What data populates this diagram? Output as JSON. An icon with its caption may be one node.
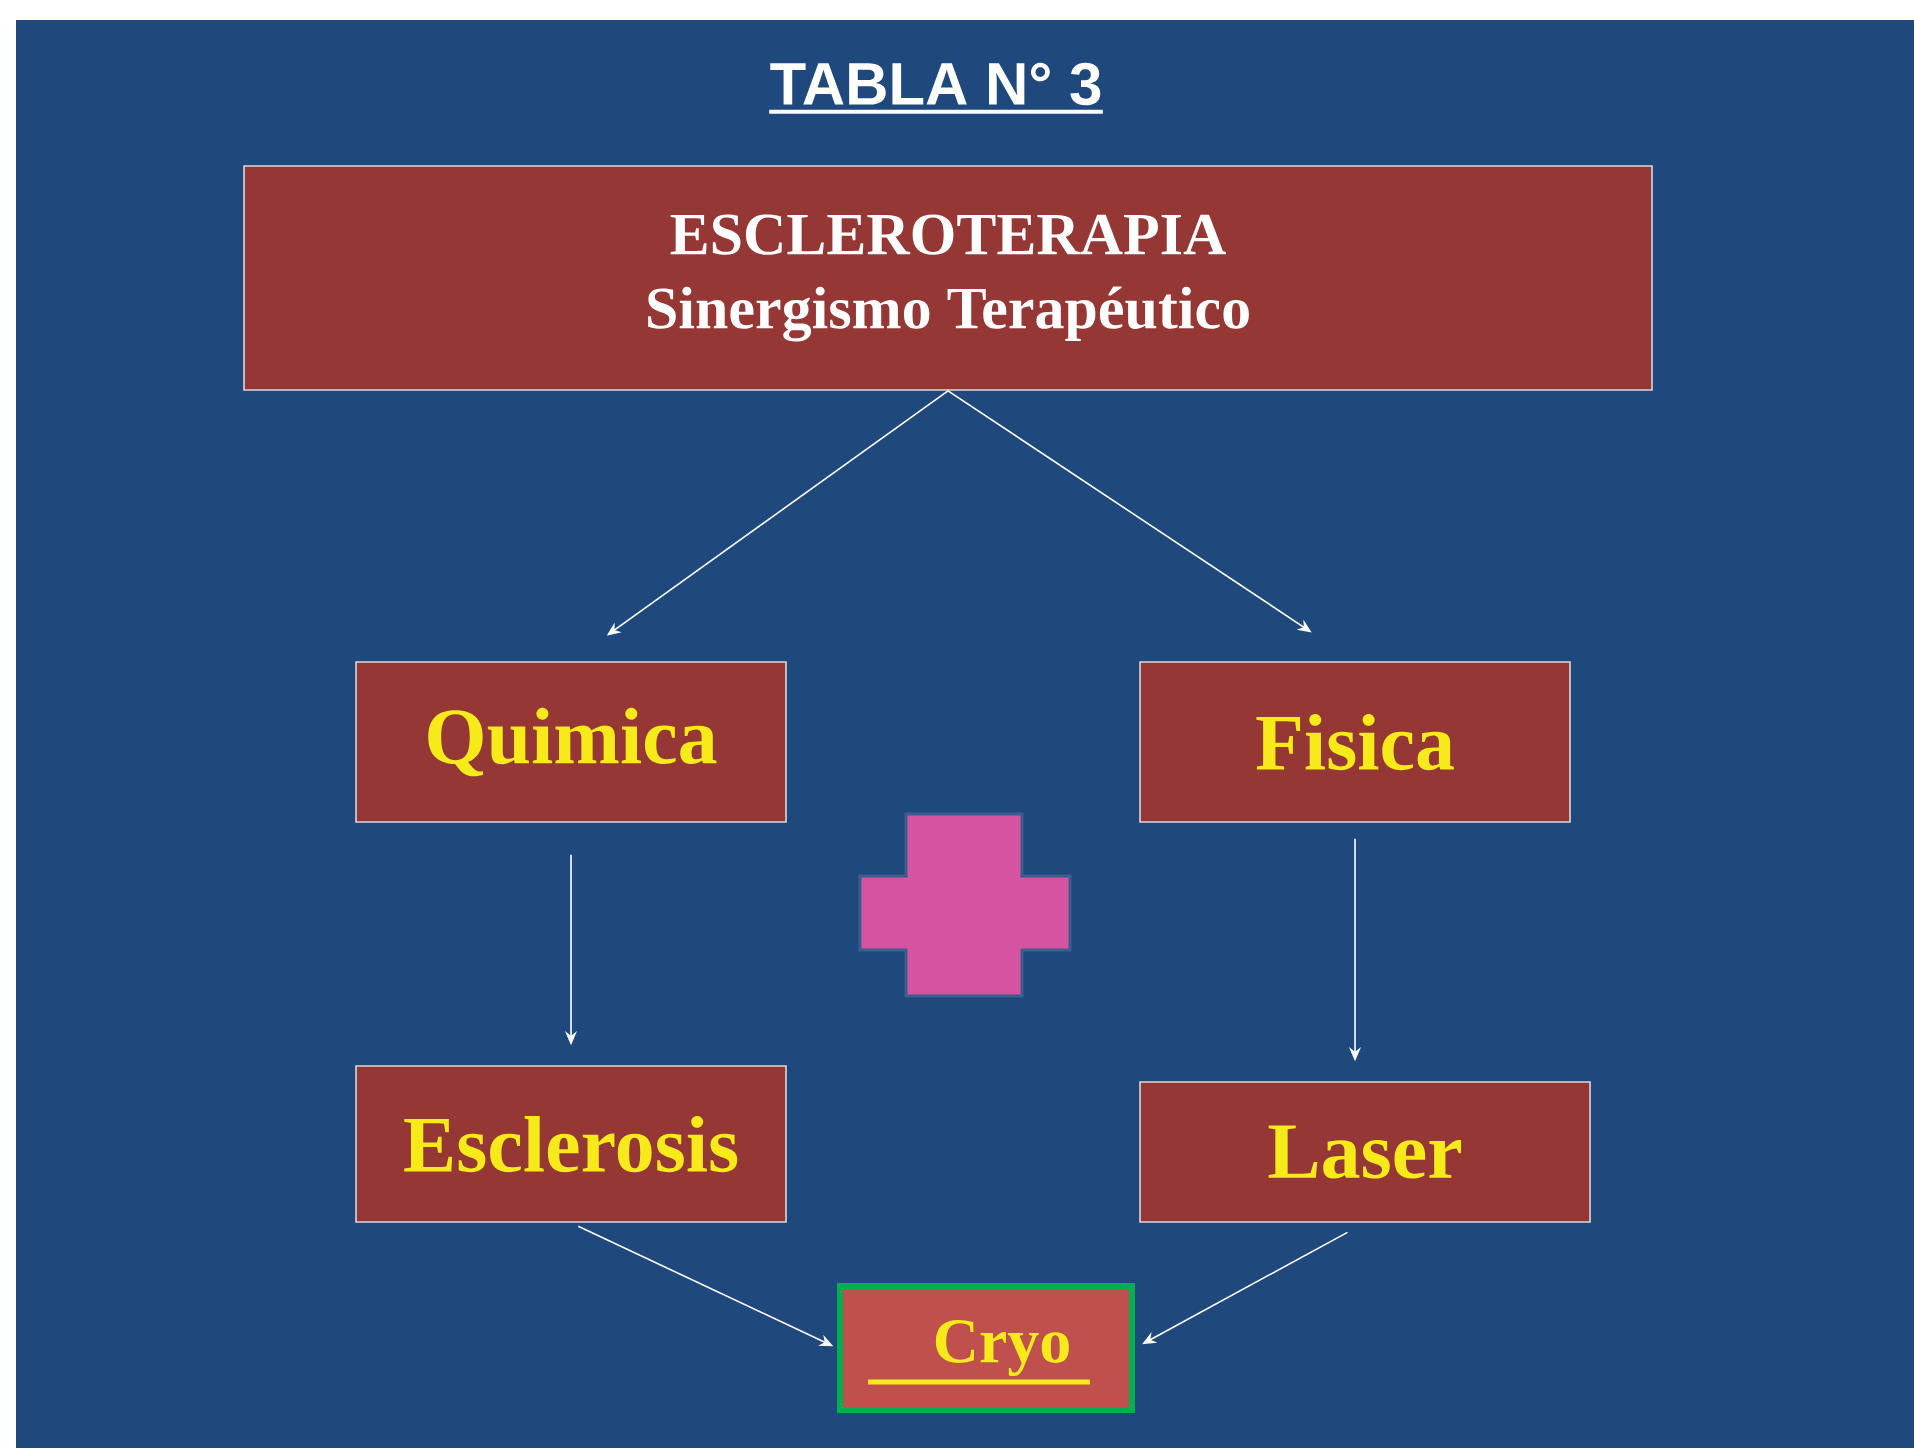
{
  "diagram": {
    "title": "TABLA N° 3",
    "nodes": [
      {
        "text": [
          "ESCLEROTERAPIA",
          "Sinergismo Terapéutico"
        ]
      },
      {
        "text": [
          "Quimica"
        ]
      },
      {
        "text": [
          "Fisica"
        ]
      },
      {
        "text": [],
        "shape": "cross"
      },
      {
        "text": [
          "Esclerosis"
        ]
      },
      {
        "text": [
          "Laser"
        ]
      },
      {
        "text": [
          "Cryo"
        ]
      }
    ],
    "edges": [
      {
        "from": 0,
        "to": 1,
        "arrow": "to"
      },
      {
        "from": 0,
        "to": 2,
        "arrow": "to"
      },
      {
        "from": 1,
        "to": 4,
        "arrow": "to"
      },
      {
        "from": 2,
        "to": 5,
        "arrow": "to"
      },
      {
        "from": 4,
        "to": 6,
        "arrow": "to"
      },
      {
        "from": 5,
        "to": 6,
        "arrow": "to"
      }
    ]
  }
}
